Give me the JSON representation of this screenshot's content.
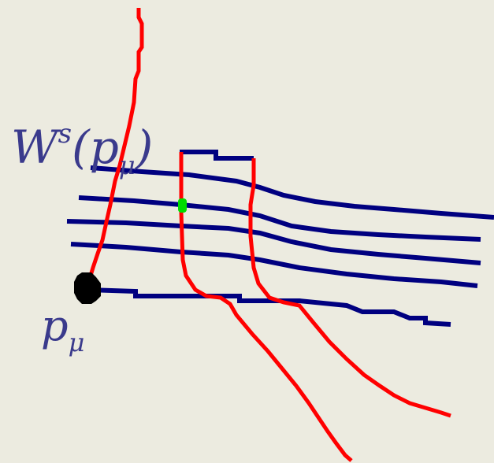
{
  "labels": {
    "stable_manifold": {
      "base": "W",
      "sup": "s",
      "arg_open": "(p",
      "arg_sub": "μ",
      "arg_close": ")"
    },
    "point": {
      "base": "p",
      "sub": "μ"
    }
  },
  "colors": {
    "background": "#ecebe0",
    "stable_leaves": "#000080",
    "red_curves": "#ff0000",
    "fixed_point": "#000000",
    "marked_point": "#00dd00",
    "label_text": "#3a3a8c"
  }
}
